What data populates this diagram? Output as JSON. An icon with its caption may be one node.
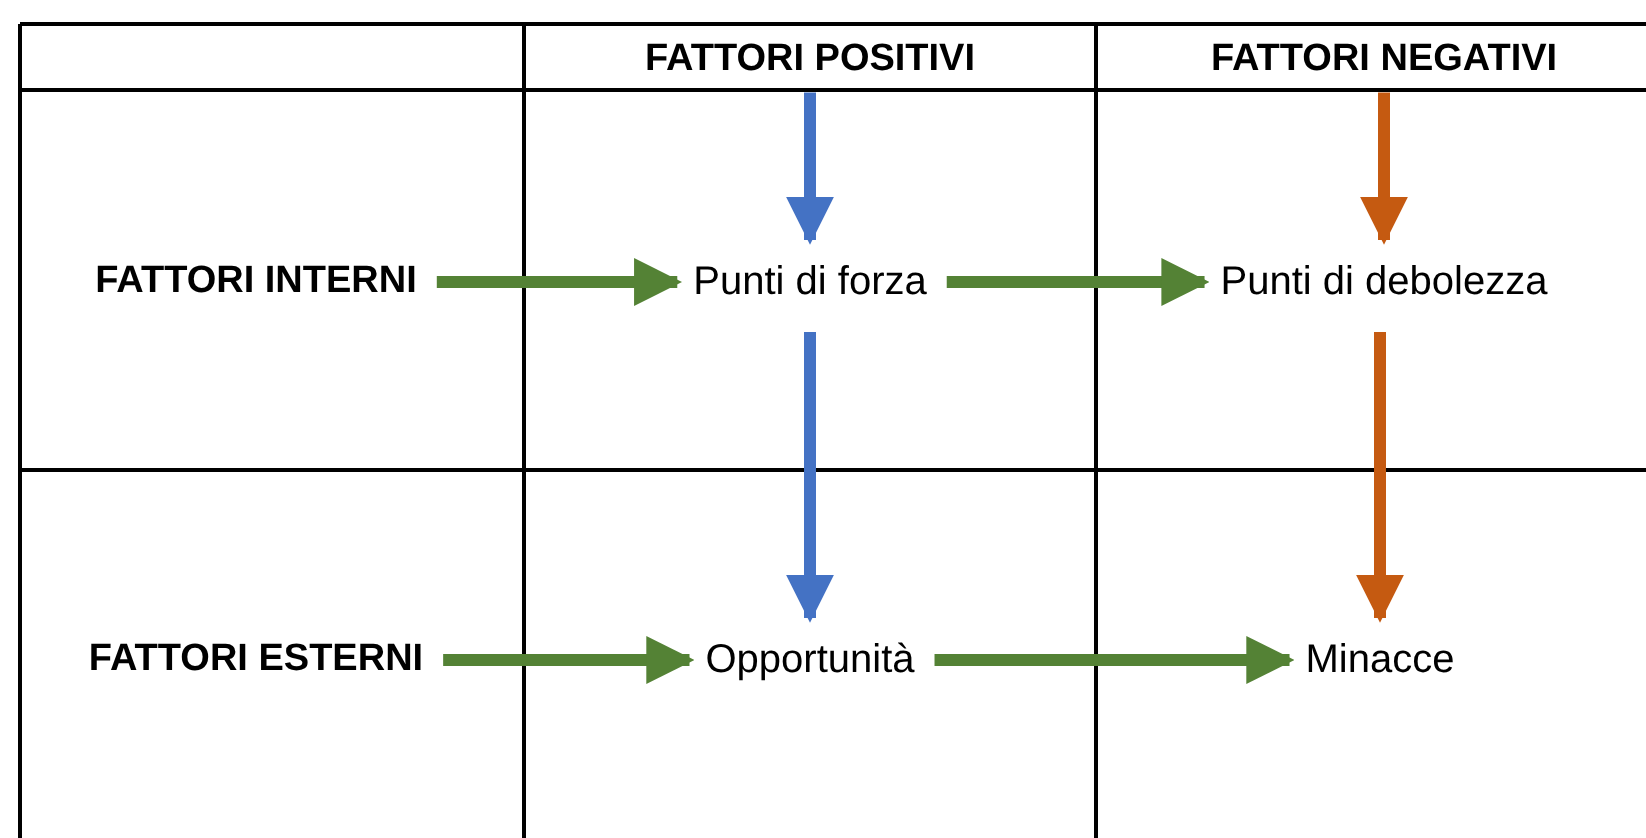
{
  "diagram": {
    "nodes": [
      {
        "text": [
          "FATTORI POSITIVI"
        ]
      },
      {
        "text": [
          "FATTORI NEGATIVI"
        ]
      },
      {
        "text": [
          "FATTORI INTERNI"
        ]
      },
      {
        "text": [
          "Punti di forza"
        ]
      },
      {
        "text": [
          "Punti di debolezza"
        ]
      },
      {
        "text": [
          "FATTORI ESTERNI"
        ]
      },
      {
        "text": [
          "Opportunità"
        ]
      },
      {
        "text": [
          "Minacce"
        ]
      }
    ],
    "edges": [
      {
        "from": 0,
        "to": 3,
        "arrow": "to",
        "color": "#4472c4"
      },
      {
        "from": 1,
        "to": 4,
        "arrow": "to",
        "color": "#c55a11"
      },
      {
        "from": 2,
        "to": 3,
        "arrow": "to"
      },
      {
        "from": 3,
        "to": 4,
        "arrow": "to"
      },
      {
        "from": 3,
        "to": 6,
        "arrow": "to",
        "color": "#4472c4"
      },
      {
        "from": 4,
        "to": 7,
        "arrow": "to",
        "color": "#c55a11"
      },
      {
        "from": 5,
        "to": 6,
        "arrow": "to"
      },
      {
        "from": 6,
        "to": 7,
        "arrow": "to"
      }
    ]
  }
}
